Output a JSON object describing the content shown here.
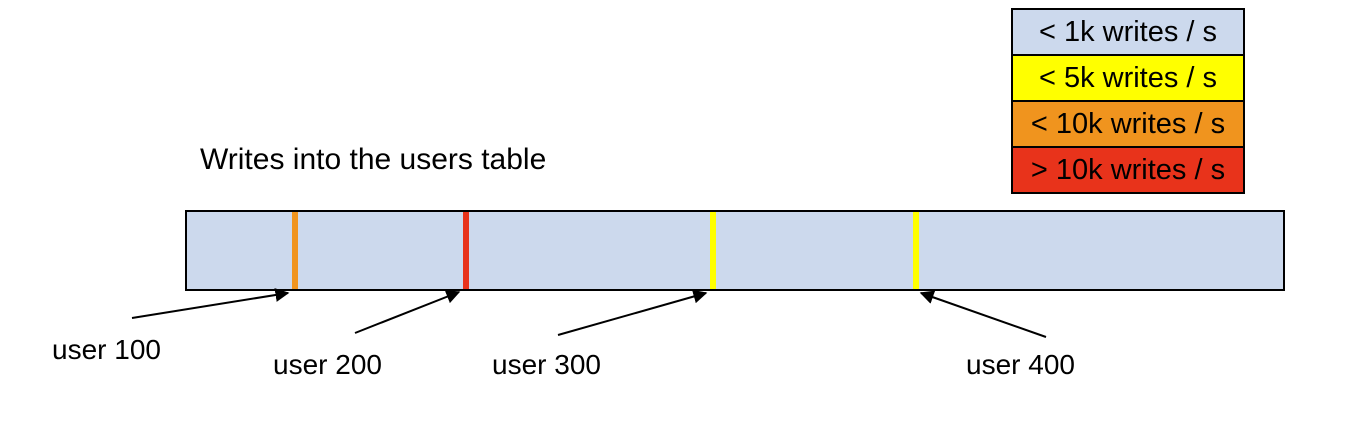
{
  "title": "Writes into the users table",
  "legend": {
    "items": [
      {
        "label": "< 1k writes / s",
        "color": "#ccd9ed"
      },
      {
        "label": "< 5k writes / s",
        "color": "#ffff00"
      },
      {
        "label": "< 10k writes / s",
        "color": "#f0941e"
      },
      {
        "label": "> 10k writes / s",
        "color": "#e8331b"
      }
    ]
  },
  "bar": {
    "fill": "#ccd9ed",
    "markers": [
      {
        "user": "user 100",
        "color": "#f0941e",
        "x_pct": 9.6
      },
      {
        "user": "user 200",
        "color": "#e8331b",
        "x_pct": 25.2
      },
      {
        "user": "user 300",
        "color": "#ffff00",
        "x_pct": 47.7
      },
      {
        "user": "user 400",
        "color": "#ffff00",
        "x_pct": 66.2
      }
    ]
  }
}
